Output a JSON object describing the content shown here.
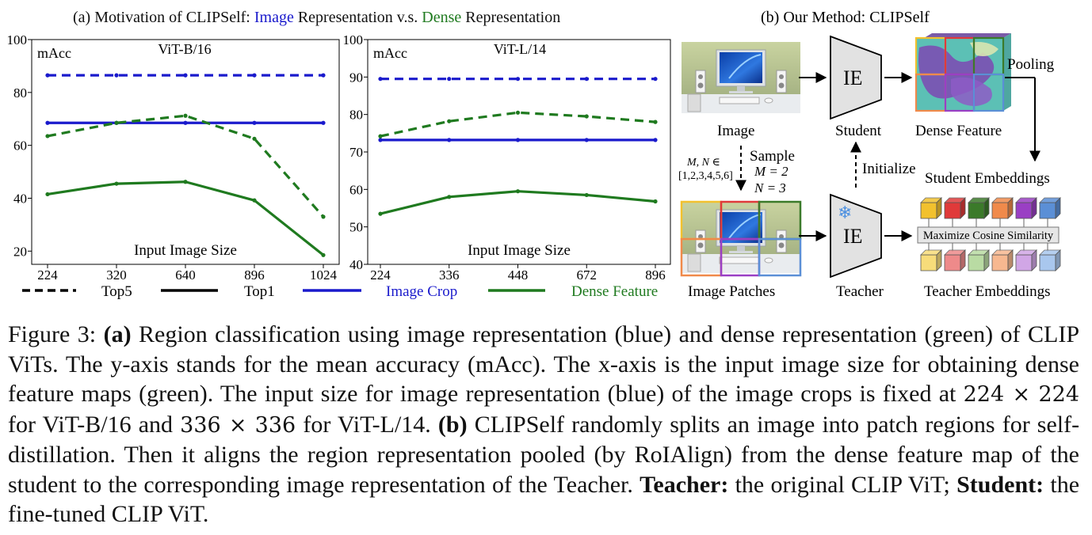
{
  "panel_a": {
    "title_prefix": "(a) Motivation of CLIPSelf:",
    "title_image": "Image",
    "title_mid": "Representation v.s.",
    "title_dense": "Dense",
    "title_suffix": "Representation"
  },
  "legend": {
    "top5": "Top5",
    "top1": "Top1",
    "image_crop": "Image Crop",
    "dense_feature": "Dense Feature"
  },
  "colors": {
    "blue": "#1a1acc",
    "green": "#1f7a1f",
    "black": "#000000"
  },
  "chart_data": [
    {
      "type": "line",
      "title": "ViT-B/16",
      "ylabel": "mAcc",
      "xlabel": "Input Image Size",
      "categories": [
        "224",
        "320",
        "640",
        "896",
        "1024"
      ],
      "ylim": [
        15,
        100
      ],
      "yticks": [
        20,
        40,
        60,
        80,
        100
      ],
      "series": [
        {
          "name": "Image Crop Top5",
          "style": "dashed",
          "color": "#1a1acc",
          "values": [
            86.5,
            86.5,
            86.5,
            86.5,
            86.5
          ]
        },
        {
          "name": "Image Crop Top1",
          "style": "solid",
          "color": "#1a1acc",
          "values": [
            68.5,
            68.5,
            68.5,
            68.5,
            68.5
          ]
        },
        {
          "name": "Dense Feature Top5",
          "style": "dashed",
          "color": "#1f7a1f",
          "values": [
            63.5,
            68.5,
            71.2,
            62.5,
            33
          ]
        },
        {
          "name": "Dense Feature Top1",
          "style": "solid",
          "color": "#1f7a1f",
          "values": [
            41.5,
            45.5,
            46.2,
            39.2,
            18.5
          ]
        }
      ]
    },
    {
      "type": "line",
      "title": "ViT-L/14",
      "ylabel": "mAcc",
      "xlabel": "Input Image Size",
      "categories": [
        "224",
        "336",
        "448",
        "672",
        "896"
      ],
      "ylim": [
        40,
        100
      ],
      "yticks": [
        40,
        50,
        60,
        70,
        80,
        90,
        100
      ],
      "series": [
        {
          "name": "Image Crop Top5",
          "style": "dashed",
          "color": "#1a1acc",
          "values": [
            89.5,
            89.5,
            89.5,
            89.5,
            89.5
          ]
        },
        {
          "name": "Image Crop Top1",
          "style": "solid",
          "color": "#1a1acc",
          "values": [
            73.2,
            73.2,
            73.2,
            73.2,
            73.2
          ]
        },
        {
          "name": "Dense Feature Top5",
          "style": "dashed",
          "color": "#1f7a1f",
          "values": [
            74.2,
            78.2,
            80.5,
            79.5,
            78.0
          ]
        },
        {
          "name": "Dense Feature Top1",
          "style": "solid",
          "color": "#1f7a1f",
          "values": [
            53.5,
            58.0,
            59.5,
            58.5,
            56.8
          ]
        }
      ]
    }
  ],
  "panel_b": {
    "title": "(b) Our Method: CLIPSelf",
    "image_label": "Image",
    "student_label": "Student",
    "dense_feature_label": "Dense Feature",
    "pooling_label": "Pooling",
    "ie_label": "IE",
    "sample_label": "Sample",
    "mn_set": "M, N ∈",
    "mn_values": "[1,2,3,4,5,6]",
    "m_eq": "M = 2",
    "n_eq": "N = 3",
    "initialize_label": "Initialize",
    "student_embeddings_label": "Student Embeddings",
    "maximize_label": "Maximize Cosine Similarity",
    "image_patches_label": "Image Patches",
    "teacher_label": "Teacher",
    "teacher_embeddings_label": "Teacher Embeddings",
    "cube_colors": [
      "#f2c12e",
      "#e03a3a",
      "#3b7a2a",
      "#f08a4b",
      "#9a3fc4",
      "#5b8fd6"
    ],
    "teacher_cube_colors": [
      "#f7dc7a",
      "#ee8a8a",
      "#b9dba3",
      "#f7b890",
      "#d1a6e6",
      "#a9c7ee"
    ]
  },
  "caption": {
    "fig_label": "Figure 3:",
    "a_label": "(a)",
    "text1": "Region classification using image representation (blue) and dense representation (green) of CLIP ViTs. The y-axis stands for the mean accuracy (mAcc). The x-axis is the input image size for obtaining dense feature maps (green). The input size for image representation (blue) of the image crops is fixed at",
    "size_b": "224 × 224",
    "text2": "for ViT-B/16 and",
    "size_l": "336 × 336",
    "text3": "for ViT-L/14.",
    "b_label": "(b)",
    "text4": "CLIPSelf randomly splits an image into patch regions for self-distillation. Then it aligns the region representation pooled (by RoIAlign) from the dense feature map of the student to the corresponding image representation of the Teacher.",
    "teacher_bold": "Teacher:",
    "text5": "the original CLIP ViT;",
    "student_bold": "Student:",
    "text6": "the fine-tuned CLIP ViT."
  }
}
